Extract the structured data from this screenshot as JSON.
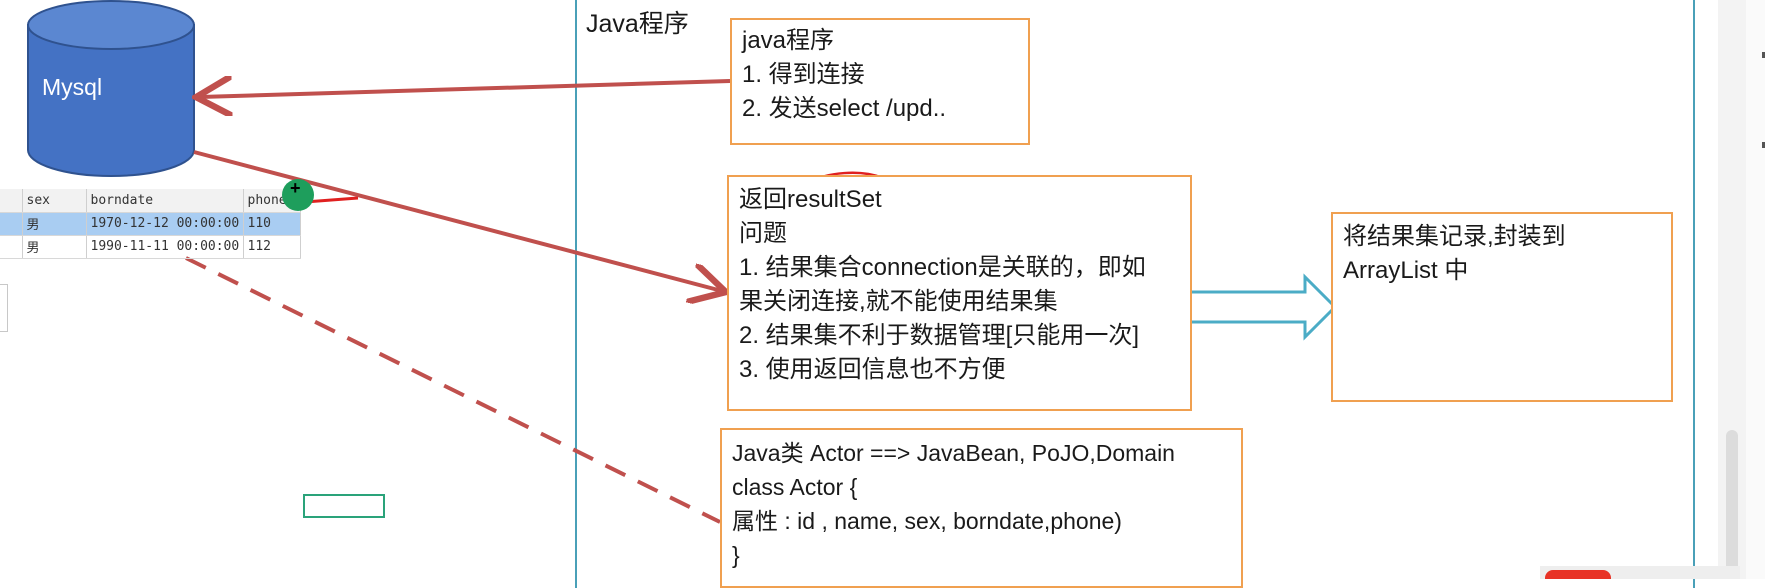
{
  "database": {
    "label": "Mysql"
  },
  "frame": {
    "label": "Java程序"
  },
  "box_connect": {
    "lines": [
      "java程序",
      "1. 得到连接",
      "2. 发送select /upd.."
    ]
  },
  "box_resultset": {
    "lines": [
      "返回resultSet",
      "问题",
      "1. 结果集合connection是关联的，即如",
      "果关闭连接,就不能使用结果集",
      "2. 结果集不利于数据管理[只能用一次]",
      "3. 使用返回信息也不方便"
    ]
  },
  "box_arraylist": {
    "lines": [
      "将结果集记录,封装到",
      "ArrayList 中"
    ]
  },
  "box_javabean": {
    "lines": [
      "Java类 Actor  ==> JavaBean, PoJO,Domain",
      "class Actor {",
      "属性 : id , name, sex, borndate,phone)",
      "}"
    ]
  },
  "table": {
    "columns": [
      "",
      "sex",
      "borndate",
      "phone"
    ],
    "rows": [
      [
        "",
        "男",
        "1970-12-12 00:00:00",
        "110"
      ],
      [
        "",
        "男",
        "1990-11-11 00:00:00",
        "112"
      ]
    ]
  },
  "colors": {
    "arrow": "#c0504d",
    "box_border": "#f0a050",
    "frame_border": "#4aa0b8",
    "database_fill": "#4472c4",
    "hollow_arrow": "#4bacc6"
  }
}
